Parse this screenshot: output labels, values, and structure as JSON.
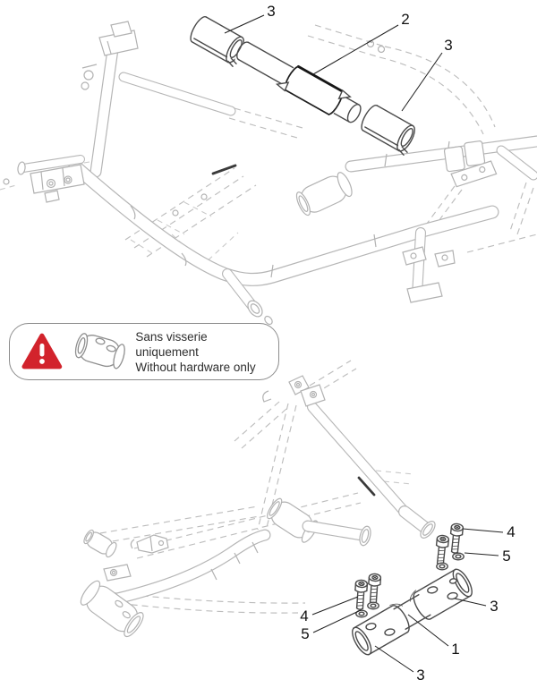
{
  "figure": {
    "warning": {
      "line1": "Sans visserie uniquement",
      "line2": "Without hardware only"
    },
    "callouts": [
      {
        "label": "3",
        "target": "left-end-cap-top"
      },
      {
        "label": "2",
        "target": "upper-crossbar"
      },
      {
        "label": "3",
        "target": "right-end-cap-top"
      },
      {
        "label": "4",
        "target": "bolt-pair-right"
      },
      {
        "label": "5",
        "target": "washer-pair-right"
      },
      {
        "label": "3",
        "target": "right-clamp-bottom"
      },
      {
        "label": "1",
        "target": "lower-crossbar"
      },
      {
        "label": "3",
        "target": "left-clamp-bottom"
      },
      {
        "label": "4",
        "target": "bolt-pair-left"
      },
      {
        "label": "5",
        "target": "washer-pair-left"
      }
    ],
    "colors": {
      "warning_red": "#d2232c",
      "frame_line": "#b6b6b6",
      "part_line": "#4a4a4a",
      "label_text": "#111111"
    }
  }
}
